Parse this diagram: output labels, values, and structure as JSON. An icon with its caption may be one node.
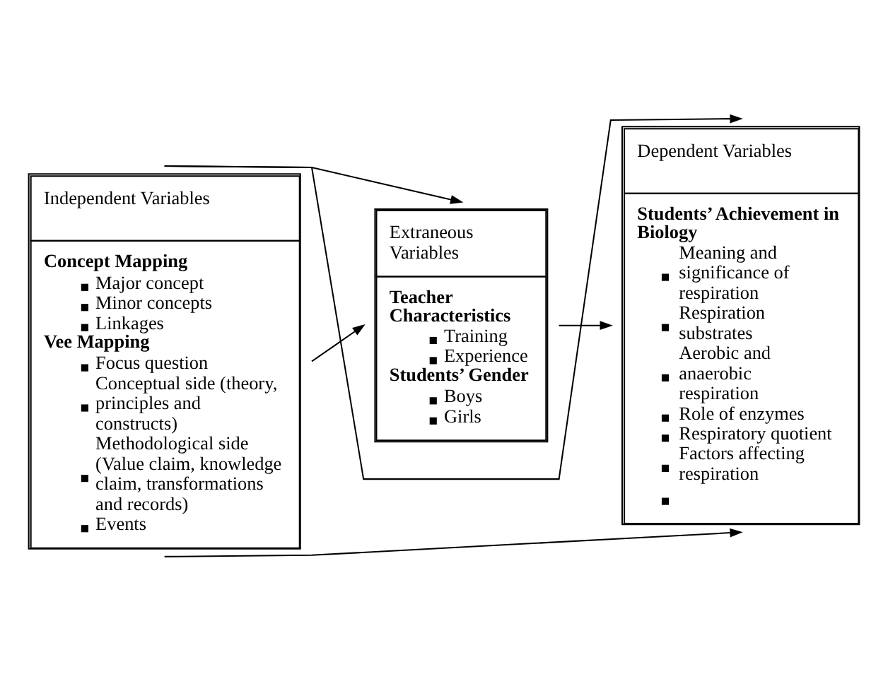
{
  "diagram": {
    "nodes": [
      {
        "text": [
          "Independent Variables",
          "Concept Mapping",
          "Major concept",
          "Minor concepts",
          "Linkages",
          "Vee Mapping",
          "Focus question",
          "Conceptual side (theory, principles and constructs)",
          "Methodological side (Value claim, knowledge claim, transformations and records)",
          "Events"
        ]
      },
      {
        "text": [
          "Extraneous Variables",
          "Teacher Characteristics",
          "Training",
          "Experience",
          "Students’ Gender",
          "Boys",
          "Girls"
        ]
      },
      {
        "text": [
          "Dependent Variables",
          "Students’ Achievement in Biology",
          "Meaning and significance of respiration",
          "Respiration substrates",
          "Aerobic and anaerobic respiration",
          "Role of enzymes",
          "Respiratory quotient",
          "Factors affecting respiration"
        ]
      }
    ],
    "edges": [
      {
        "from": 0,
        "to": 1,
        "arrow": "to"
      },
      {
        "from": 0,
        "to": 2,
        "arrow": "to"
      },
      {
        "from": 0,
        "to": 1,
        "arrow": "to"
      },
      {
        "from": 1,
        "to": 2,
        "arrow": "to"
      },
      {
        "from": 0,
        "to": 2,
        "arrow": "to"
      }
    ]
  }
}
